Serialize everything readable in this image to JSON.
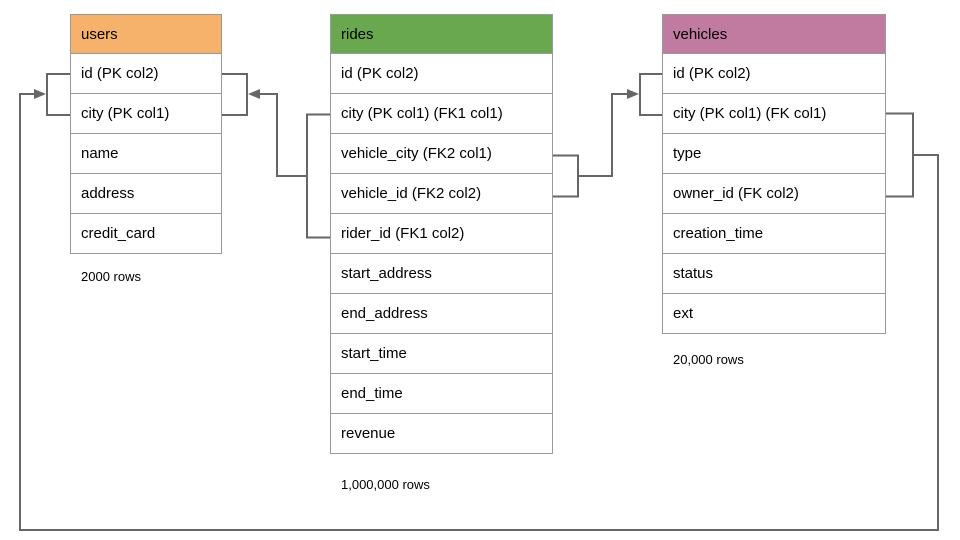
{
  "diagram": {
    "background_color": "#ffffff",
    "line_color": "#666666",
    "table_border_color": "#999999",
    "text_color": "#000000",
    "relationships": [
      {
        "from": "rides (city FK1 col1, rider_id FK1 col2)",
        "to": "users (id PK col2, city PK col1)"
      },
      {
        "from": "rides (vehicle_city FK2 col1, vehicle_id FK2 col2)",
        "to": "vehicles (id PK col2, city PK col1)"
      },
      {
        "from": "vehicles (city FK col1, owner_id FK col2)",
        "to": "users (id PK col2, city PK col1)"
      }
    ]
  },
  "tables": {
    "users": {
      "title": "users",
      "header_color": "#f6b26b",
      "rows": [
        "id (PK col2)",
        "city (PK col1)",
        "name",
        "address",
        "credit_card"
      ],
      "row_count": "2000 rows"
    },
    "rides": {
      "title": "rides",
      "header_color": "#6aa84f",
      "rows": [
        "id (PK col2)",
        "city (PK col1) (FK1 col1)",
        "vehicle_city (FK2 col1)",
        "vehicle_id (FK2 col2)",
        "rider_id (FK1 col2)",
        "start_address",
        "end_address",
        "start_time",
        "end_time",
        "revenue"
      ],
      "row_count": "1,000,000 rows"
    },
    "vehicles": {
      "title": "vehicles",
      "header_color": "#c27ba0",
      "rows": [
        "id (PK col2)",
        "city (PK col1) (FK col1)",
        "type",
        "owner_id (FK col2)",
        "creation_time",
        "status",
        "ext"
      ],
      "row_count": "20,000 rows"
    }
  }
}
